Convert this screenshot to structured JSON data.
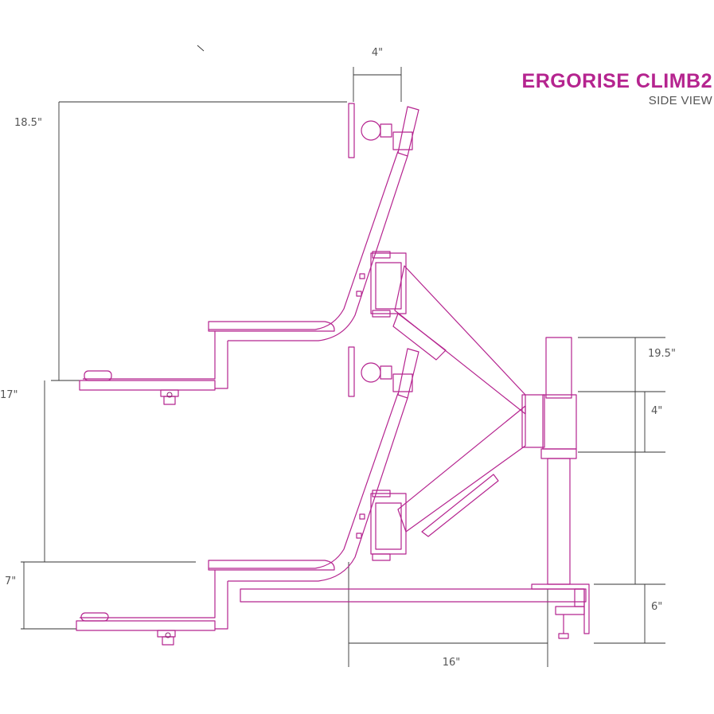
{
  "header": {
    "title": "ERGORISE CLIMB2",
    "subtitle": "SIDE VIEW"
  },
  "dimensions": {
    "mount_width": "4\"",
    "upper_height": "18.5\"",
    "mid_height": "17\"",
    "lower_height": "7\"",
    "pole_top": "19.5\"",
    "pole_collar": "4\"",
    "clamp_depth": "6\"",
    "desk_reach": "16\""
  },
  "colors": {
    "accent": "#b5248f",
    "line": "#333333",
    "text": "#555555"
  }
}
